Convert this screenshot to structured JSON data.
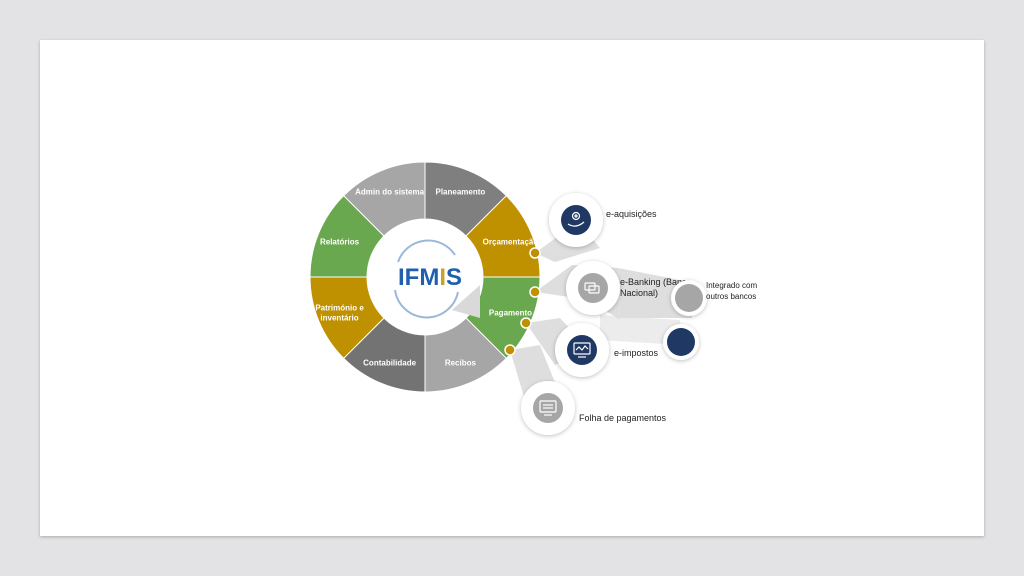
{
  "colors": {
    "gray_dark": "#7a7a7a",
    "gray_mid": "#a6a6a6",
    "green": "#6aa84f",
    "gold": "#bf9000",
    "navy": "#1f3864",
    "light_gray": "#d9d9d9",
    "logo_blue": "#1f5fae",
    "logo_gold": "#c9a227"
  },
  "wheel": {
    "logo": {
      "part1": "IFM",
      "part2": "I",
      "part3": "S"
    },
    "segments": [
      {
        "label": "Planeamento",
        "color": "#7f7f7f"
      },
      {
        "label": "Orçamentação",
        "color": "#bf9000"
      },
      {
        "label": "Pagamento",
        "color": "#6aa84f"
      },
      {
        "label": "Recibos",
        "color": "#a6a6a6"
      },
      {
        "label": "Contabilidade",
        "color": "#737373"
      },
      {
        "label": "Património e inventário",
        "label_lines": [
          "Património e",
          "inventário"
        ],
        "color": "#bf9000"
      },
      {
        "label": "Relatórios",
        "color": "#6aa84f"
      },
      {
        "label": "Admin do sistema",
        "color": "#a6a6a6"
      }
    ]
  },
  "modules": [
    {
      "label": "e-aquisições",
      "icon": "hand-gear-icon",
      "style": "navy"
    },
    {
      "label_lines": [
        "e-Banking (Banco",
        "Nacional)"
      ],
      "icon": "bank-cards-icon",
      "style": "gray"
    },
    {
      "label": "e-impostos",
      "icon": "monitor-icon",
      "style": "navy"
    },
    {
      "label": "Folha de pagamentos",
      "icon": "payroll-screen-icon",
      "style": "gray"
    }
  ],
  "integration": {
    "label_lines": [
      "Integrado com",
      "outros bancos"
    ]
  }
}
